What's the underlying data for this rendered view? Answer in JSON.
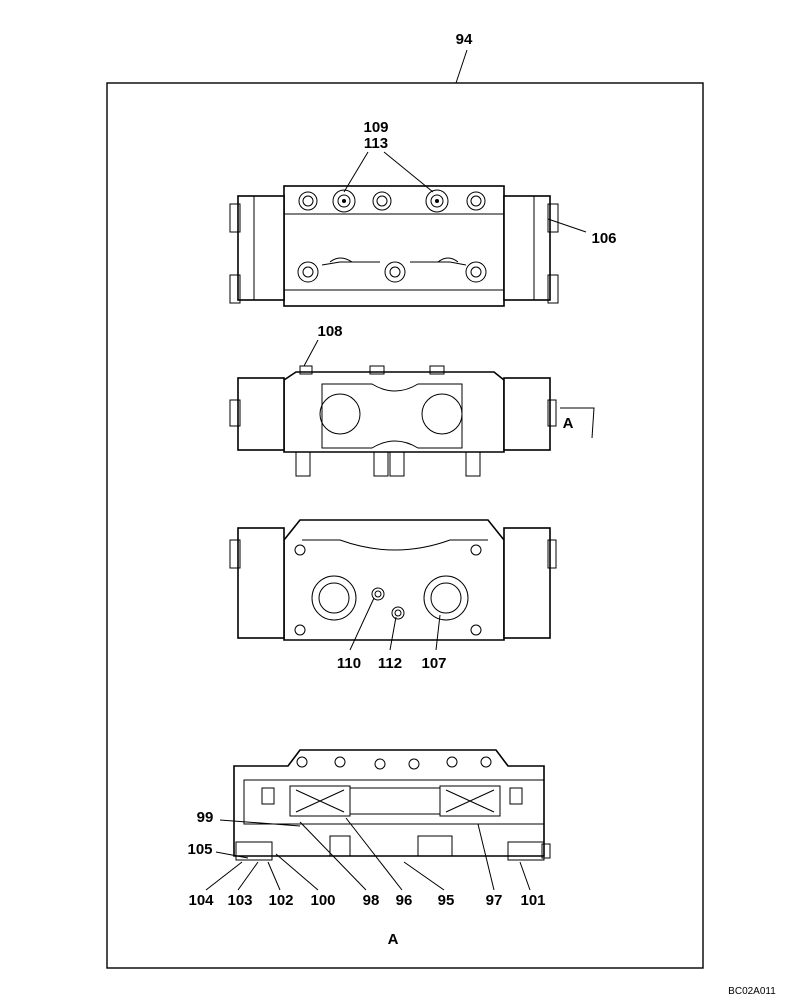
{
  "diagram": {
    "section_label": "A",
    "drawing_code": "BC02A011",
    "callouts": {
      "c94": "94",
      "c109": "109",
      "c113": "113",
      "c106": "106",
      "c108": "108",
      "cA_view": "A",
      "c110": "110",
      "c112": "112",
      "c107": "107",
      "c99": "99",
      "c105": "105",
      "c104": "104",
      "c103": "103",
      "c102": "102",
      "c100": "100",
      "c98": "98",
      "c96": "96",
      "c95": "95",
      "c97": "97",
      "c101": "101"
    }
  }
}
